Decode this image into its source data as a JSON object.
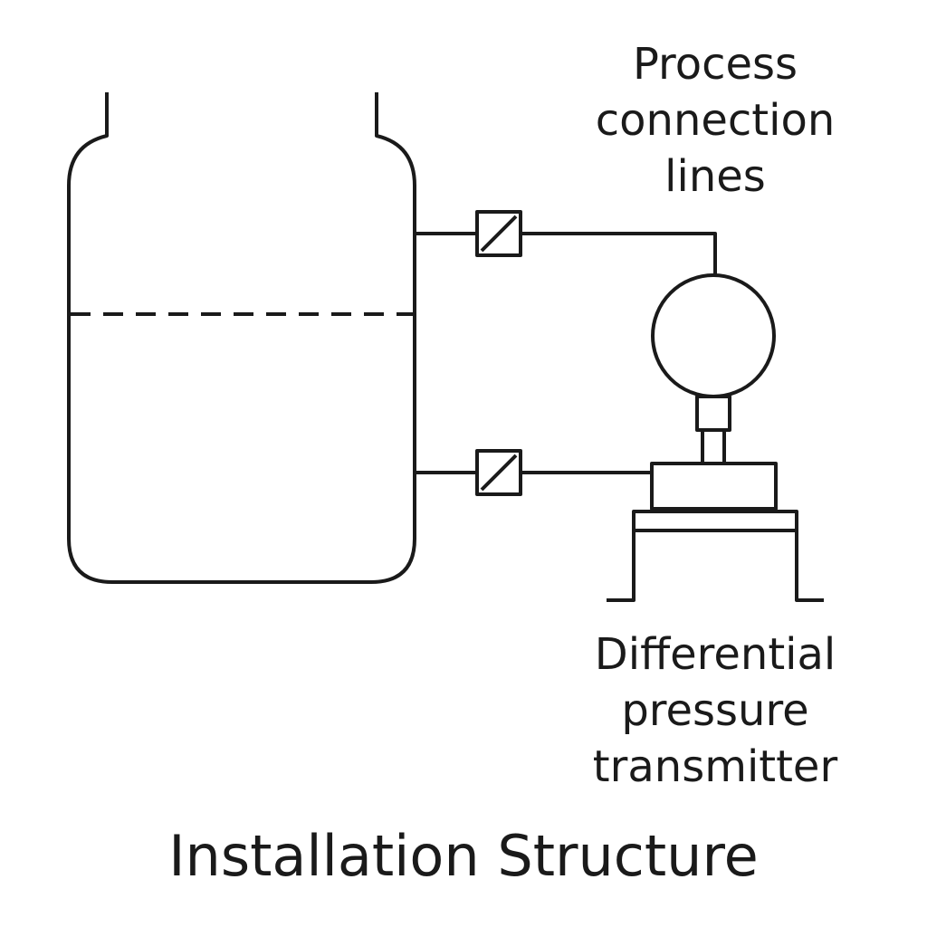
{
  "labels": {
    "process_connection": [
      "Process",
      "connection",
      "lines"
    ],
    "differential_pressure_transmitter": [
      "Differential",
      "pressure",
      "transmitter"
    ]
  },
  "title": "Installation Structure",
  "colors": {
    "line": "#1a1a1a",
    "background": "#ffffff"
  },
  "components": {
    "vessel": "tank",
    "liquid_level": "dashed-line",
    "valves": [
      "upper-valve",
      "lower-valve"
    ],
    "gauge": "circle-gauge",
    "transmitter": "dp-transmitter"
  }
}
